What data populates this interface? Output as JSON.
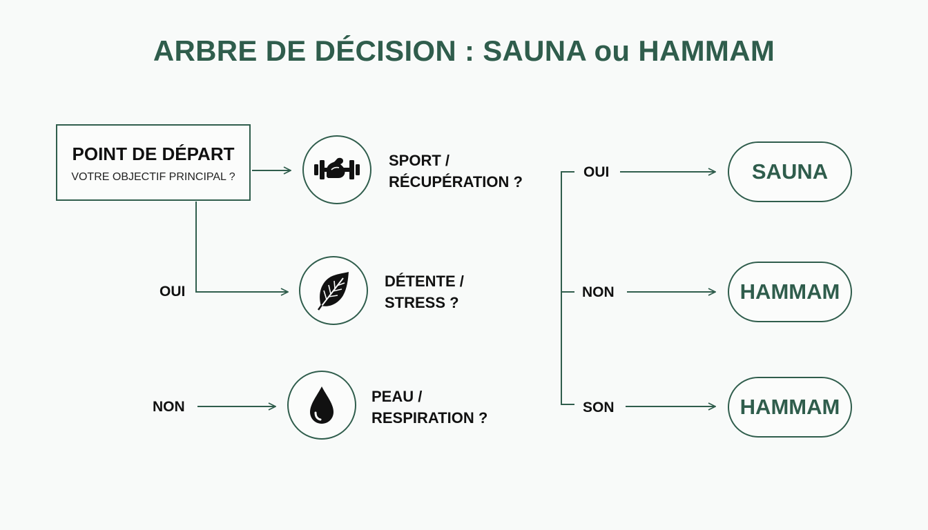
{
  "title": "ARBRE DE DÉCISION : SAUNA ou HAMMAM",
  "start": {
    "title": "POINT DE DÉPART",
    "subtitle": "VOTRE OBJECTIF PRINCIPAL ?"
  },
  "questions": [
    {
      "icon": "flexed-arm-dumbbell-icon",
      "line1": "SPORT /",
      "line2": "RÉCUPÉRATION ?"
    },
    {
      "icon": "leaf-icon",
      "line1": "DÉTENTE /",
      "line2": "STRESS ?"
    },
    {
      "icon": "water-drop-icon",
      "line1": "PEAU /",
      "line2": "RESPIRATION ?"
    }
  ],
  "left_branches": {
    "oui": "OUI",
    "non": "NON"
  },
  "right_branches": [
    {
      "label": "OUI",
      "outcome": "SAUNA"
    },
    {
      "label": "NON",
      "outcome": "HAMMAM"
    },
    {
      "label": "SON",
      "outcome": "HAMMAM"
    }
  ],
  "colors": {
    "accent": "#2f5d4c",
    "text": "#111111",
    "background": "#f8faf9"
  }
}
